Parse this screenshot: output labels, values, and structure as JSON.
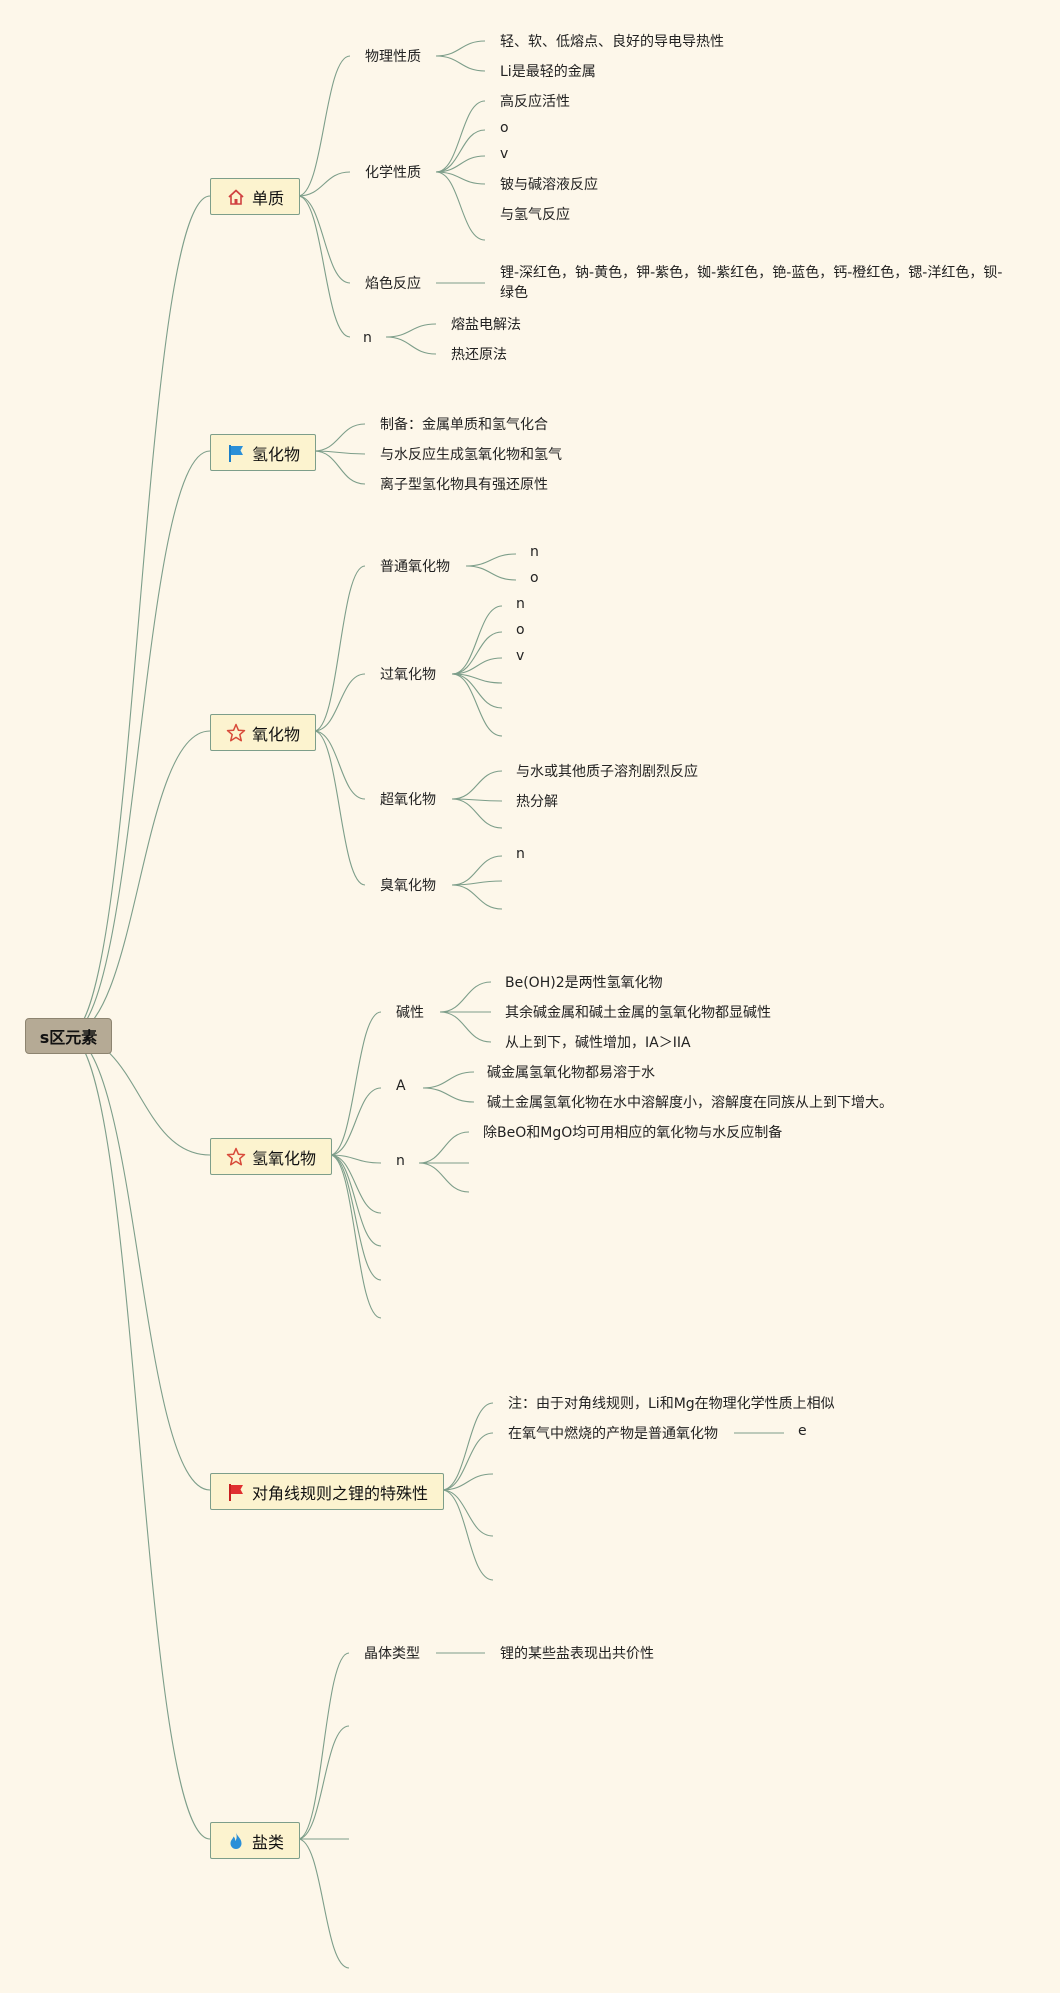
{
  "root": {
    "label": "s区元素"
  },
  "branches": {
    "danzhi": {
      "label": "单质",
      "physical": {
        "label": "物理性质",
        "items": [
          "轻、软、低熔点、良好的导电导热性",
          "Li是最轻的金属"
        ]
      },
      "chemical": {
        "label": "化学性质",
        "items": [
          "高反应活性",
          "o",
          "v",
          "铍与碱溶液反应",
          "与氢气反应"
        ]
      },
      "flame": {
        "label": "焰色反应",
        "text": "锂-深红色，钠-黄色，钾-紫色，铷-紫红色，铯-蓝色，钙-橙红色，锶-洋红色，钡-绿色"
      },
      "prep": {
        "label": "n",
        "items": [
          "熔盐电解法",
          "热还原法"
        ]
      }
    },
    "hydride": {
      "label": "氢化物",
      "items": [
        "制备：金属单质和氢气化合",
        "与水反应生成氢氧化物和氢气",
        "离子型氢化物具有强还原性"
      ]
    },
    "oxide": {
      "label": "氧化物",
      "normal": {
        "label": "普通氧化物",
        "items": [
          "n",
          "o"
        ]
      },
      "peroxide": {
        "label": "过氧化物",
        "items": [
          "n",
          "o",
          "v"
        ]
      },
      "superoxide": {
        "label": "超氧化物",
        "items": [
          "与水或其他质子溶剂剧烈反应",
          "热分解"
        ]
      },
      "ozonide": {
        "label": "臭氧化物",
        "items": [
          "n"
        ]
      }
    },
    "hydroxide": {
      "label": "氢氧化物",
      "basicity": {
        "label": "碱性",
        "items": [
          "Be(OH)2是两性氢氧化物",
          "其余碱金属和碱土金属的氢氧化物都显碱性",
          "从上到下，碱性增加，IA＞IIA"
        ]
      },
      "solubility": {
        "label": "A",
        "items": [
          "碱金属氢氧化物都易溶于水",
          "碱土金属氢氧化物在水中溶解度小，溶解度在同族从上到下增大。"
        ]
      },
      "prep": {
        "label": "n",
        "items": [
          "除BeO和MgO均可用相应的氧化物与水反应制备"
        ]
      }
    },
    "lithium": {
      "label": "对角线规则之锂的特殊性",
      "items": [
        "注：由于对角线规则，Li和Mg在物理化学性质上相似",
        "在氧气中燃烧的产物是普通氧化物"
      ],
      "sub": "e"
    },
    "salts": {
      "label": "盐类",
      "crystal": {
        "label": "晶体类型",
        "item": "锂的某些盐表现出共价性"
      }
    }
  },
  "colors": {
    "background": "#fdf7ea",
    "link": "#7d9e8a",
    "root": "#b5aa95",
    "node": "#fcf3cf"
  },
  "icons": {
    "danzhi": "house-icon",
    "hydride": "blue-flag-icon",
    "oxide": "star-icon",
    "hydroxide": "star-icon",
    "lithium": "red-flag-icon",
    "salts": "flame-icon"
  }
}
